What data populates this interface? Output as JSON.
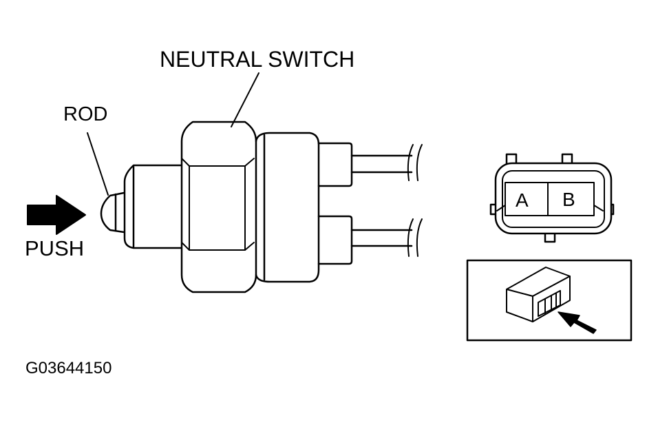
{
  "labels": {
    "switch_name": "NEUTRAL SWITCH",
    "rod": "ROD",
    "push": "PUSH",
    "pin_a": "A",
    "pin_b": "B",
    "figure_code": "G03644150"
  },
  "icons": {
    "push_arrow": "arrow-right-icon",
    "view_arrow": "arrow-up-left-icon"
  },
  "colors": {
    "line": "#000000",
    "background": "#ffffff"
  }
}
